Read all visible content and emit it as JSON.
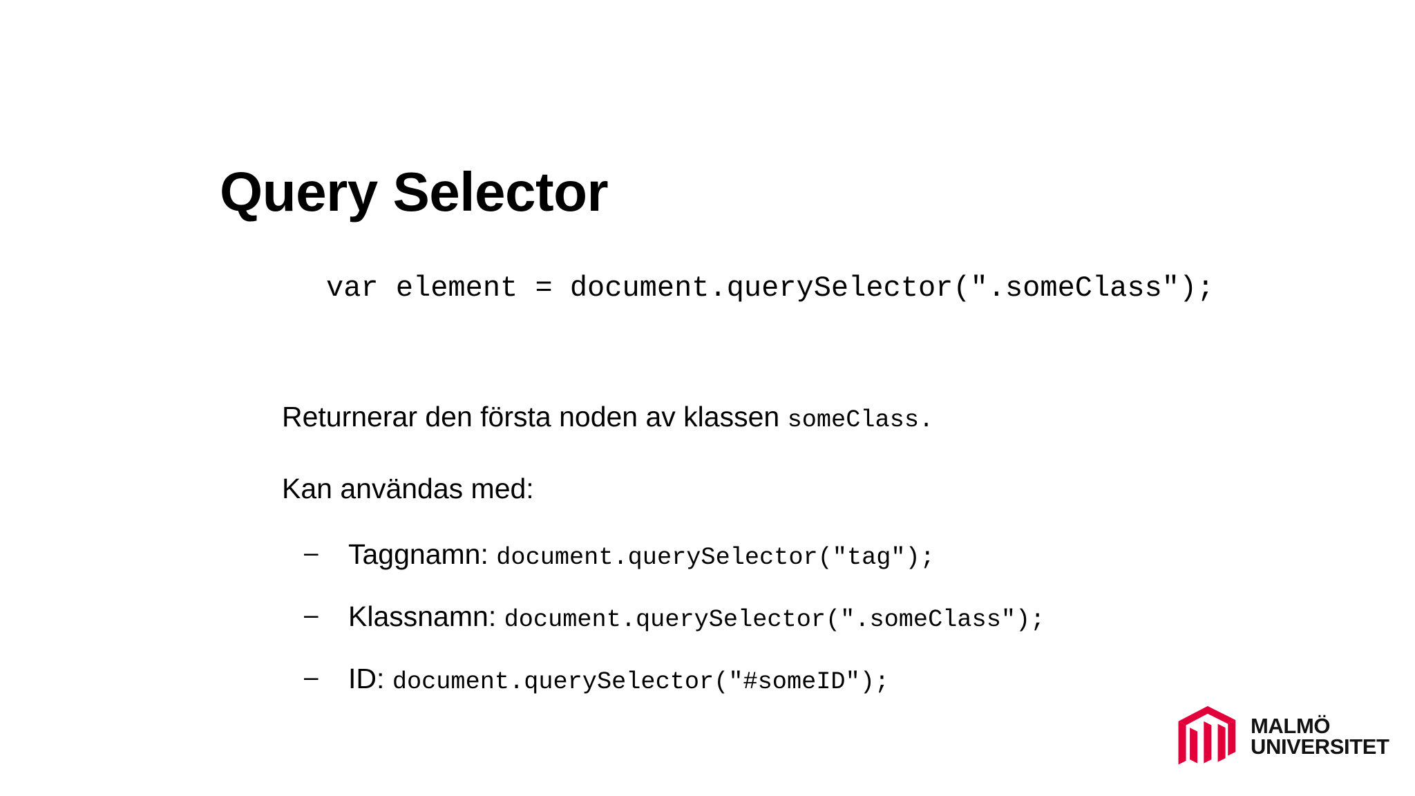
{
  "slide": {
    "title": "Query Selector",
    "code_example": "var element = document.querySelector(\".someClass\");",
    "intro_text_lead": "Returnerar den första noden av klassen ",
    "intro_text_code": "someClass.",
    "usage_heading": "Kan användas med:",
    "bullet_marker": "–",
    "bullets": [
      {
        "label": "Taggnamn:",
        "code": "document.querySelector(\"tag\");"
      },
      {
        "label": "Klassnamn:",
        "code": "document.querySelector(\".someClass\");"
      },
      {
        "label": "ID:",
        "code": "document.querySelector(\"#someID\");"
      }
    ]
  },
  "logo": {
    "line1": "MALMÖ",
    "line2": "UNIVERSITET",
    "mark_color": "#E2003B",
    "mark_color_dark": "#C3002F",
    "text_color": "#111111"
  },
  "theme": {
    "background": "#ffffff",
    "text_color": "#000000"
  }
}
